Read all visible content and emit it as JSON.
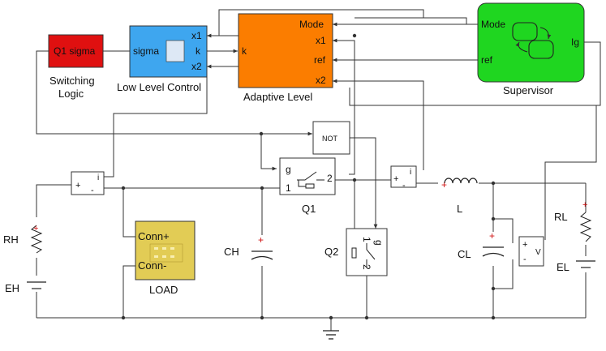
{
  "colors": {
    "switching_logic": "#e01010",
    "low_level_control": "#3ea6ef",
    "adaptive_level": "#fb7d00",
    "supervisor": "#1fd620",
    "load": "#e2cc55",
    "wire": "#333333",
    "polarity": "#d01010"
  },
  "icons": {
    "supervisor_state_chart": "state-chart-icon",
    "inductor": "inductor-icon",
    "ground": "ground-icon"
  },
  "blocks": {
    "switching_logic": {
      "port_in": "Q1 sigma",
      "caption_line1": "Switching",
      "caption_line2": "Logic"
    },
    "low_level_control": {
      "port_in": "sigma",
      "ports_right": [
        "x1",
        "k",
        "x2"
      ],
      "caption": "Low Level Control"
    },
    "adaptive_level": {
      "port_left": "k",
      "ports_right": [
        "Mode",
        "x1",
        "ref",
        "x2"
      ],
      "caption": "Adaptive Level"
    },
    "supervisor": {
      "port_mode": "Mode",
      "port_ref": "ref",
      "port_out": "Ig",
      "caption": "Supervisor"
    },
    "not_gate": {
      "label": "NOT"
    },
    "load": {
      "port_pos": "Conn+",
      "port_neg": "Conn-",
      "caption": "LOAD"
    }
  },
  "components": {
    "rh": "RH",
    "eh": "EH",
    "ch": "CH",
    "q1": {
      "caption": "Q1",
      "gate": "g",
      "pin1": "1",
      "pin2": "2"
    },
    "q2": {
      "caption": "Q2",
      "gate": "g",
      "pin1": "1",
      "pin2": "2"
    },
    "l": "L",
    "cl": "CL",
    "rl": "RL",
    "el": "EL",
    "current_sensor_h": {
      "plus": "+",
      "minus": "-",
      "out": "i"
    },
    "current_sensor_l": {
      "plus": "+",
      "minus": "-",
      "out": "i"
    },
    "voltage_sensor": {
      "plus": "+",
      "minus": "-",
      "out": "V"
    }
  }
}
